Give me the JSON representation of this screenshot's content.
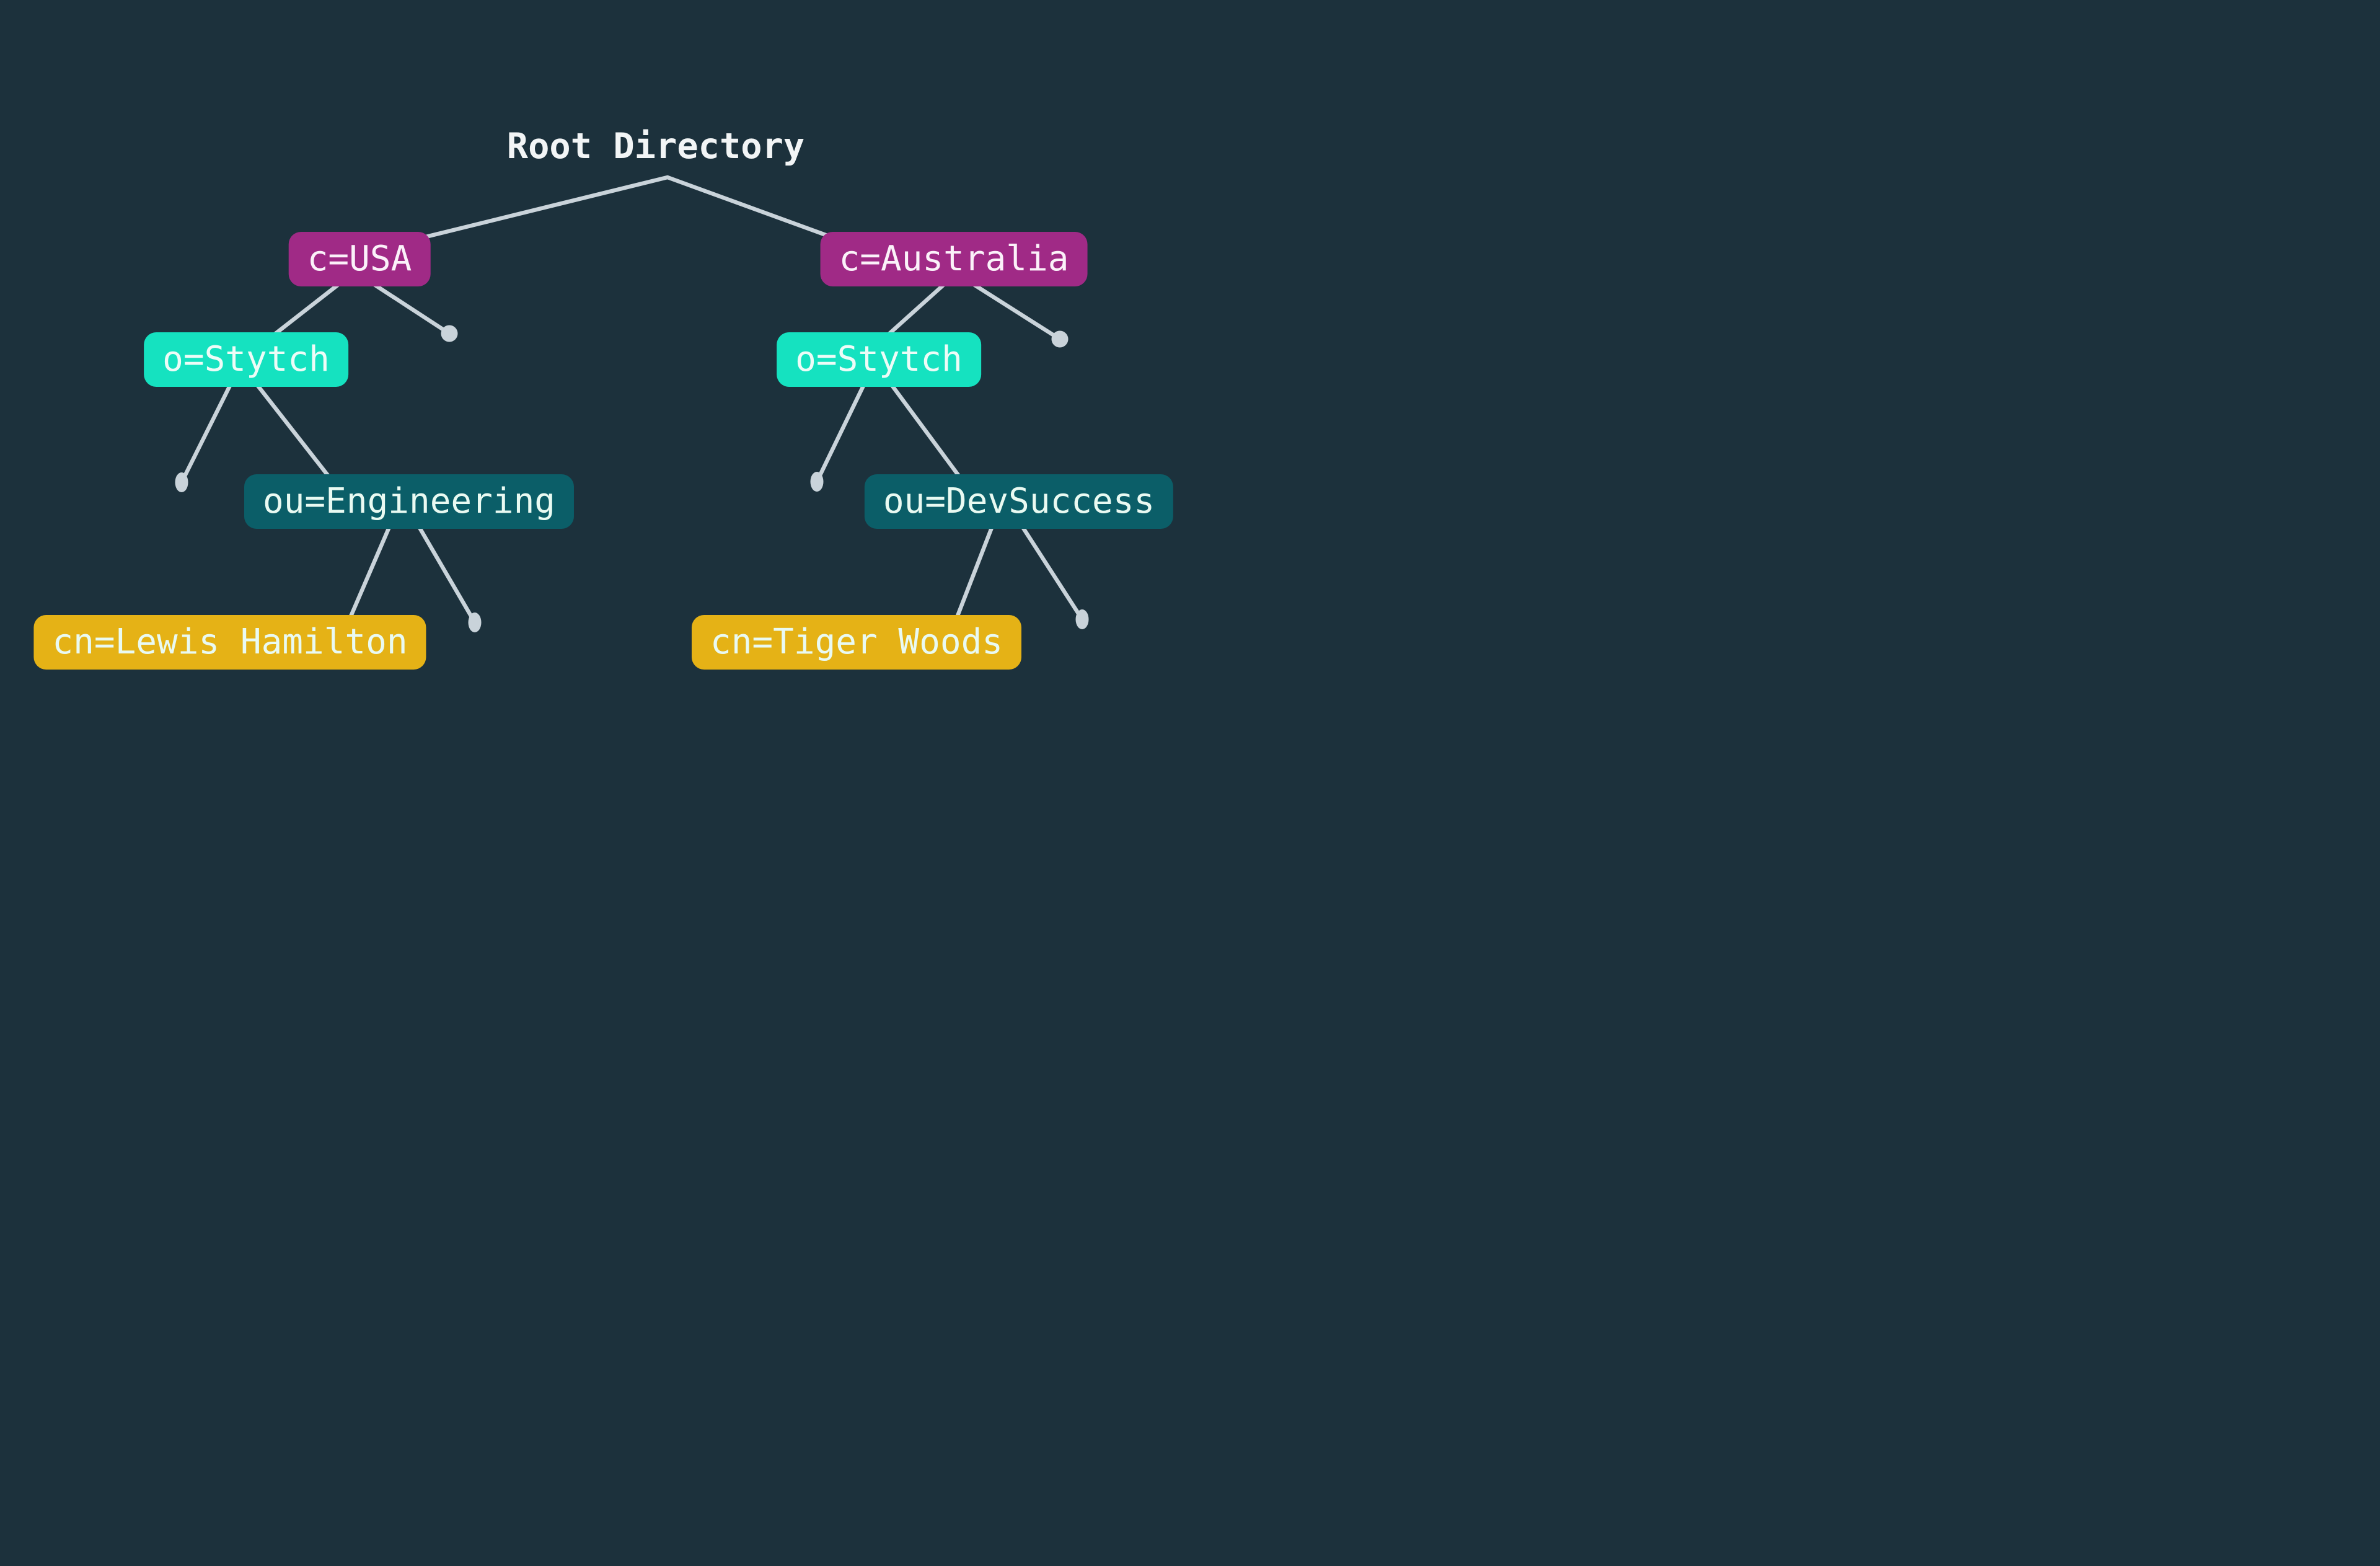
{
  "title": {
    "text": "Root Directory"
  },
  "nodes": {
    "c_usa": {
      "label": "c=USA",
      "type": "country"
    },
    "c_australia": {
      "label": "c=Australia",
      "type": "country"
    },
    "o_stytch_left": {
      "label": "o=Stytch",
      "type": "organization"
    },
    "o_stytch_right": {
      "label": "o=Stytch",
      "type": "organization"
    },
    "ou_engineering": {
      "label": "ou=Engineering",
      "type": "organizational-unit"
    },
    "ou_devsuccess": {
      "label": "ou=DevSuccess",
      "type": "organizational-unit"
    },
    "cn_lewis_hamilton": {
      "label": "cn=Lewis Hamilton",
      "type": "person"
    },
    "cn_tiger_woods": {
      "label": "cn=Tiger Woods",
      "type": "person"
    }
  },
  "tree": {
    "root": "Root Directory",
    "children": [
      {
        "label": "c=USA",
        "children": [
          {
            "label": "o=Stytch",
            "children": [
              {
                "type": "empty-leaf"
              },
              {
                "label": "ou=Engineering",
                "children": [
                  {
                    "label": "cn=Lewis Hamilton"
                  },
                  {
                    "type": "empty-leaf"
                  }
                ]
              }
            ]
          },
          {
            "type": "empty-leaf"
          }
        ]
      },
      {
        "label": "c=Australia",
        "children": [
          {
            "label": "o=Stytch",
            "children": [
              {
                "type": "empty-leaf"
              },
              {
                "label": "ou=DevSuccess",
                "children": [
                  {
                    "label": "cn=Tiger Woods"
                  },
                  {
                    "type": "empty-leaf"
                  }
                ]
              }
            ]
          },
          {
            "type": "empty-leaf"
          }
        ]
      }
    ]
  },
  "colors": {
    "background": "#1C313C",
    "connector": "#C9D3DA",
    "country_node": "#A02A86",
    "organization_node": "#15E2C0",
    "organizational_unit_node": "#0B5E68",
    "person_node": "#E5B216",
    "title_text": "#F2F5F6",
    "node_text_on_country": "#FBF1F9",
    "node_text_light": "#E9FAF2"
  }
}
